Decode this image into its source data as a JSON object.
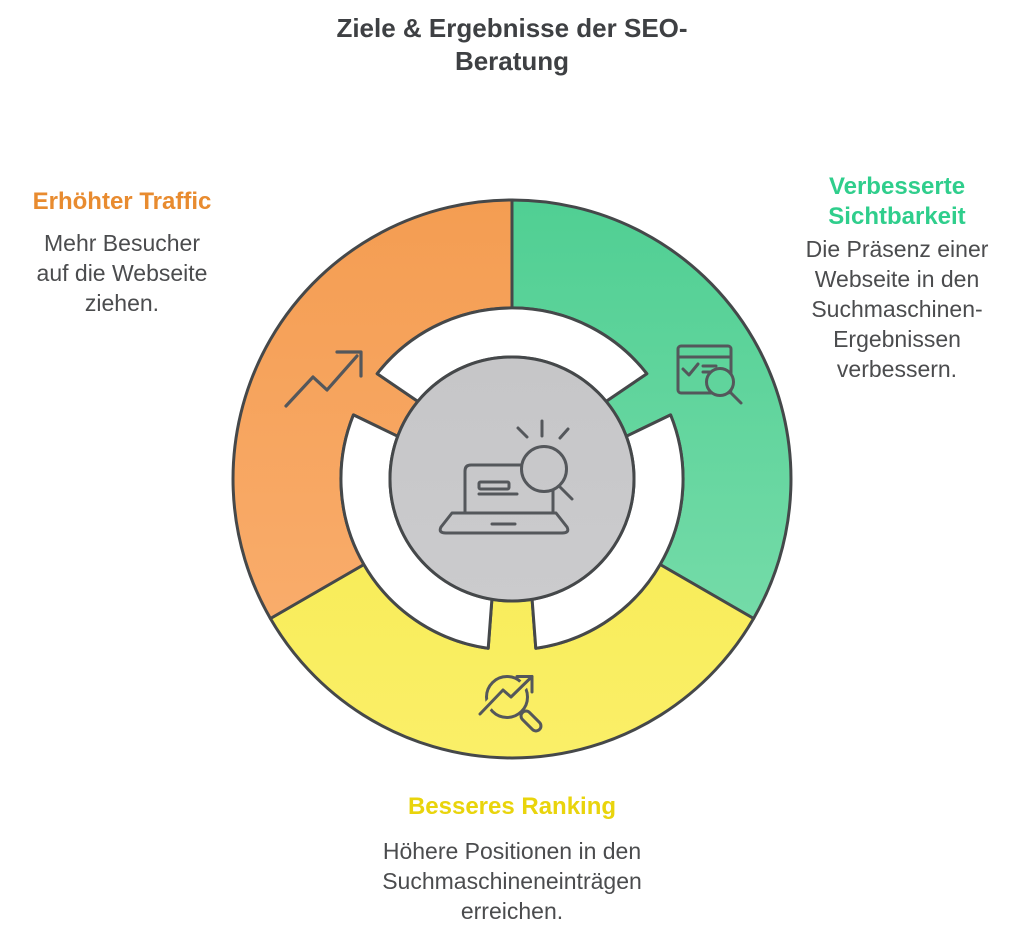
{
  "title": "Ziele & Ergebnisse der SEO-Beratung",
  "segments": [
    {
      "id": "traffic",
      "label": "Erhöhter Traffic",
      "description": "Mehr Besucher auf die Webseite ziehen.",
      "label_color": "#E88B2F",
      "icon": "trend-up-arrow"
    },
    {
      "id": "visibility",
      "label": "Verbesserte Sichtbarkeit",
      "description": "Die Präsenz einer Webseite in den Suchmaschinen-Ergebnissen verbessern.",
      "label_color": "#2FCE8C",
      "icon": "browser-search"
    },
    {
      "id": "ranking",
      "label": "Besseres Ranking",
      "description": "Höhere Positionen in den Suchmaschineneinträgen erreichen.",
      "label_color": "#E9D40C",
      "icon": "magnifier-trend"
    }
  ],
  "center_icon": "laptop-search",
  "colors": {
    "orange_top": "#F49D52",
    "orange_bottom": "#FBB173",
    "green_top": "#50CF93",
    "green_bottom": "#80DFAF",
    "yellow_top": "#F5E840",
    "yellow_bottom": "#FAEF68",
    "gray_top": "#C6C6C8",
    "gray_bottom": "#CBCBCD",
    "outline": "#45484A",
    "icon_stroke": "#54575B",
    "white": "#FFFFFF"
  }
}
